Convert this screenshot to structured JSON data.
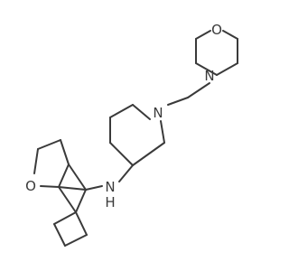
{
  "diagram": {
    "type": "skeletal-structure",
    "colors": {
      "bond": "#3a3a3a",
      "label": "#3a3a3a",
      "background": "#ffffff"
    },
    "atoms": [
      {
        "id": "O_morph",
        "label": "O"
      },
      {
        "id": "N_morph",
        "label": "N"
      },
      {
        "id": "N_pip",
        "label": "N"
      },
      {
        "id": "NH",
        "label": "N"
      },
      {
        "id": "H",
        "label": "H"
      },
      {
        "id": "O_ring",
        "label": "O"
      }
    ]
  }
}
